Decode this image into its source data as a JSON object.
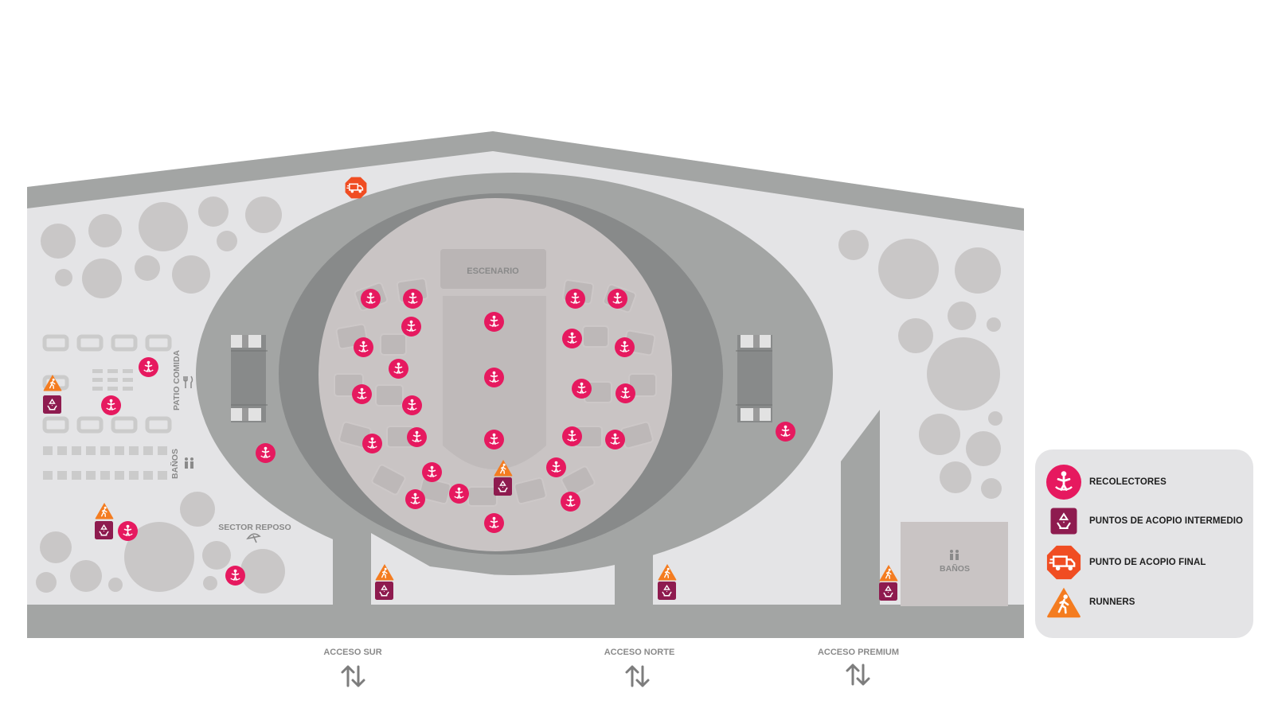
{
  "map": {
    "labels": {
      "stage": "ESCENARIO",
      "food_court": "PATIO COMIDA",
      "restrooms_west": "BAÑOS",
      "rest_area": "SECTOR REPOSO",
      "restrooms_east": "BAÑOS"
    },
    "accesses": [
      {
        "id": "sur",
        "label": "ACCESO SUR"
      },
      {
        "id": "norte",
        "label": "ACCESO NORTE"
      },
      {
        "id": "premium",
        "label": "ACCESO PREMIUM"
      }
    ],
    "icons": {
      "collector": "collector-icon",
      "intermediate": "recycle-icon",
      "final": "truck-icon",
      "runner": "runner-icon"
    }
  },
  "legend": {
    "items": [
      {
        "key": "collector",
        "label": "RECOLECTORES"
      },
      {
        "key": "intermediate",
        "label": "PUNTOS DE ACOPIO INTERMEDIO"
      },
      {
        "key": "final",
        "label": "PUNTO DE ACOPIO FINAL"
      },
      {
        "key": "runner",
        "label": "RUNNERS"
      }
    ]
  },
  "colors": {
    "collector": "#e6195f",
    "intermediate": "#8e1b4f",
    "final": "#f04d22",
    "runner": "#f47c20",
    "road": "#a3a5a4",
    "ground": "#e4e4e6",
    "tree": "#c9c7c7",
    "arena": "#c9c4c4",
    "label": "#8a8a8a"
  }
}
